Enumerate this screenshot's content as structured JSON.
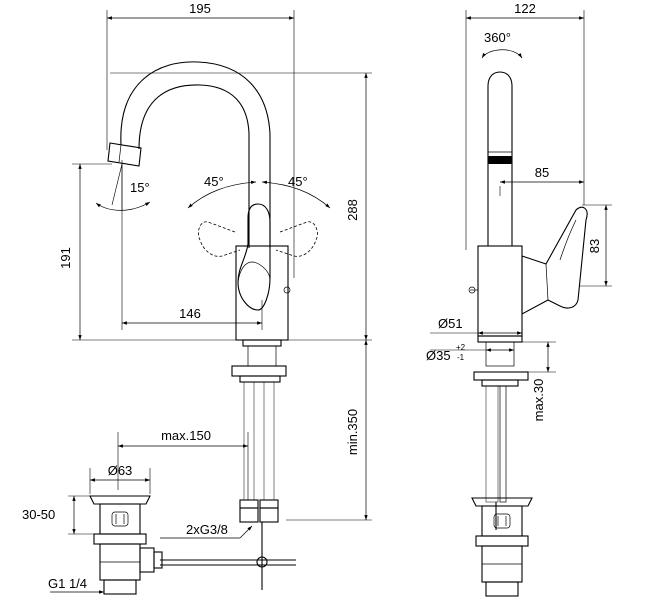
{
  "front_view": {
    "dim_overall_width": "195",
    "dim_spout_height": "191",
    "dim_overall_height": "288",
    "dim_projection": "146",
    "dim_tilt_angle": "15°",
    "dim_lever_angle_left": "45°",
    "dim_lever_angle_right": "45°"
  },
  "side_view": {
    "dim_depth": "122",
    "dim_rotation": "360°",
    "dim_lever_reach": "85",
    "dim_lever_height": "83",
    "dim_base_diameter": "Ø51",
    "dim_hole_diameter": "Ø35",
    "dim_hole_tolerance_upper": "+2",
    "dim_hole_tolerance_lower": "-1",
    "dim_max_deck": "max.30"
  },
  "waste": {
    "dim_hose_length": "min.350",
    "dim_waste_offset": "max.150",
    "dim_waste_diameter": "Ø63",
    "dim_waste_height": "30-50",
    "dim_connection": "2xG3/8",
    "dim_waste_thread": "G1 1/4"
  }
}
